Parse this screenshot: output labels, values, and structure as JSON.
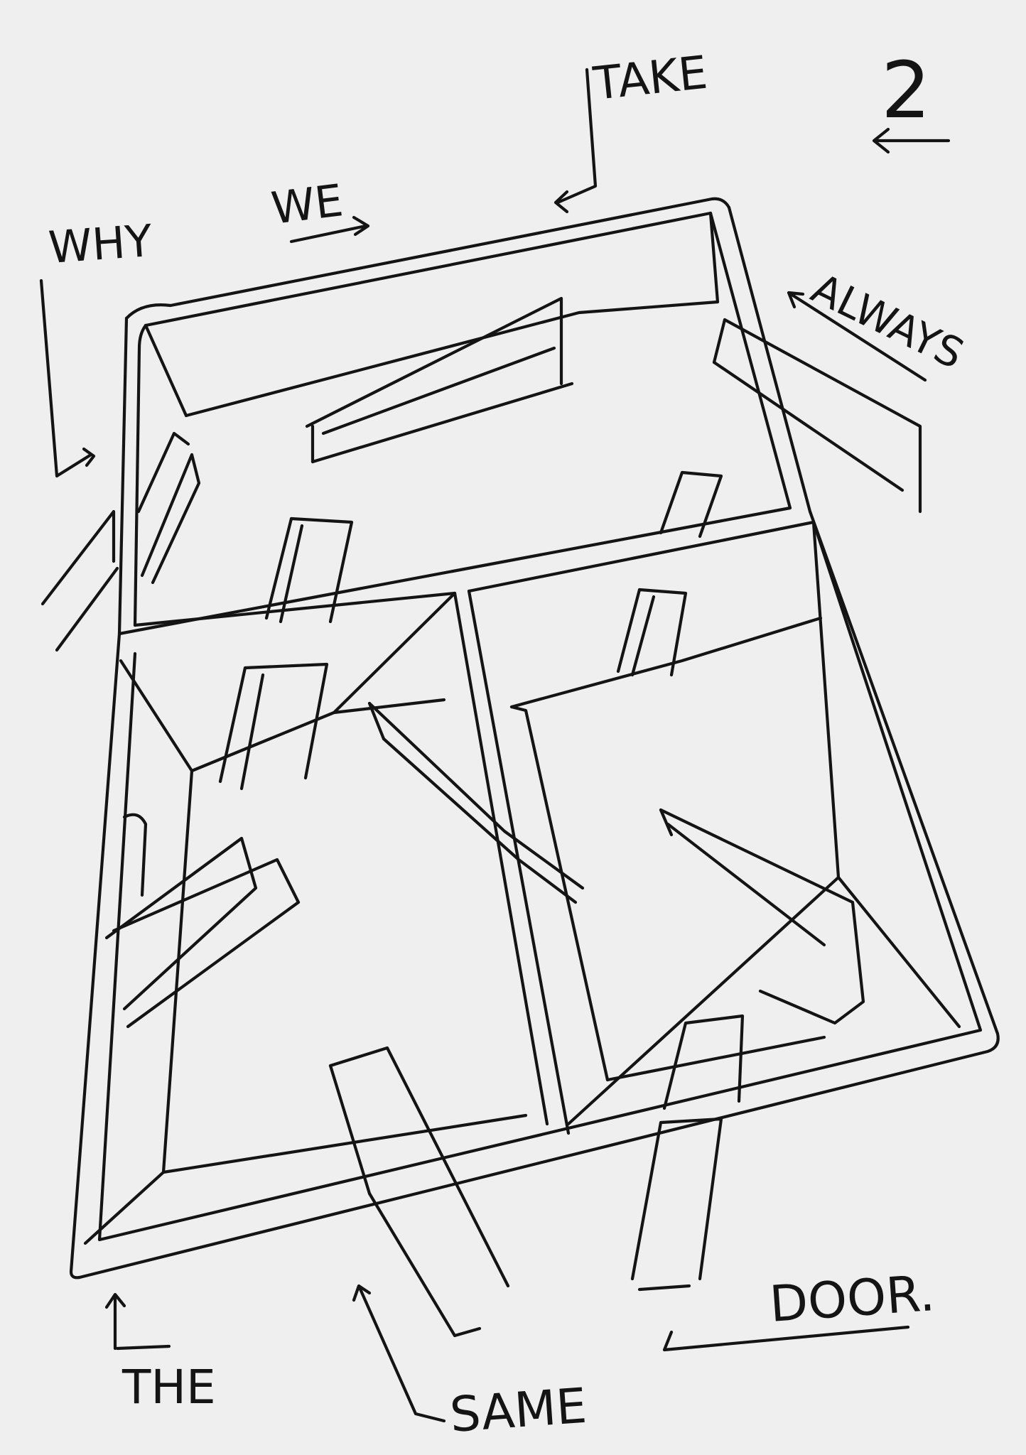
{
  "page_number": "2",
  "words": {
    "why": "WHY",
    "we": "WE",
    "take": "TAKE",
    "always": "ALWAYS",
    "the": "THE",
    "same": "SAME",
    "door": "DOOR."
  },
  "colors": {
    "paper": "#efefef",
    "ink": "#141414"
  },
  "icons": [
    "escalator-icon",
    "arrow-icon"
  ]
}
